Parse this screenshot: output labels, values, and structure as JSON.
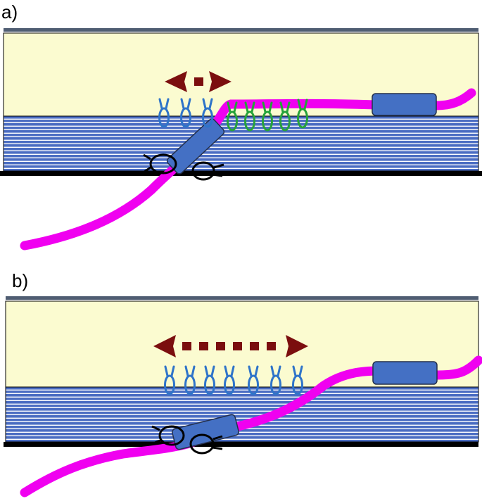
{
  "panels": [
    {
      "label": "a)"
    },
    {
      "label": "b)"
    }
  ],
  "colors": {
    "membrane_fill": "#fbfbd0",
    "stripe_base": "#4a6cc2",
    "stripe_line": "#ffffff",
    "top_bar": "#4f5d72",
    "bottom_bar": "#000000",
    "strand": "#f000f0",
    "block": "#4470c4",
    "block_border": "#24304c",
    "arrow": "#7b0e0e",
    "loop_blue": "#2f74c9",
    "loop_green": "#27a33a",
    "loop_black": "#000000"
  },
  "legend": {
    "panel_a_arrow": "short",
    "panel_b_arrow": "long"
  }
}
